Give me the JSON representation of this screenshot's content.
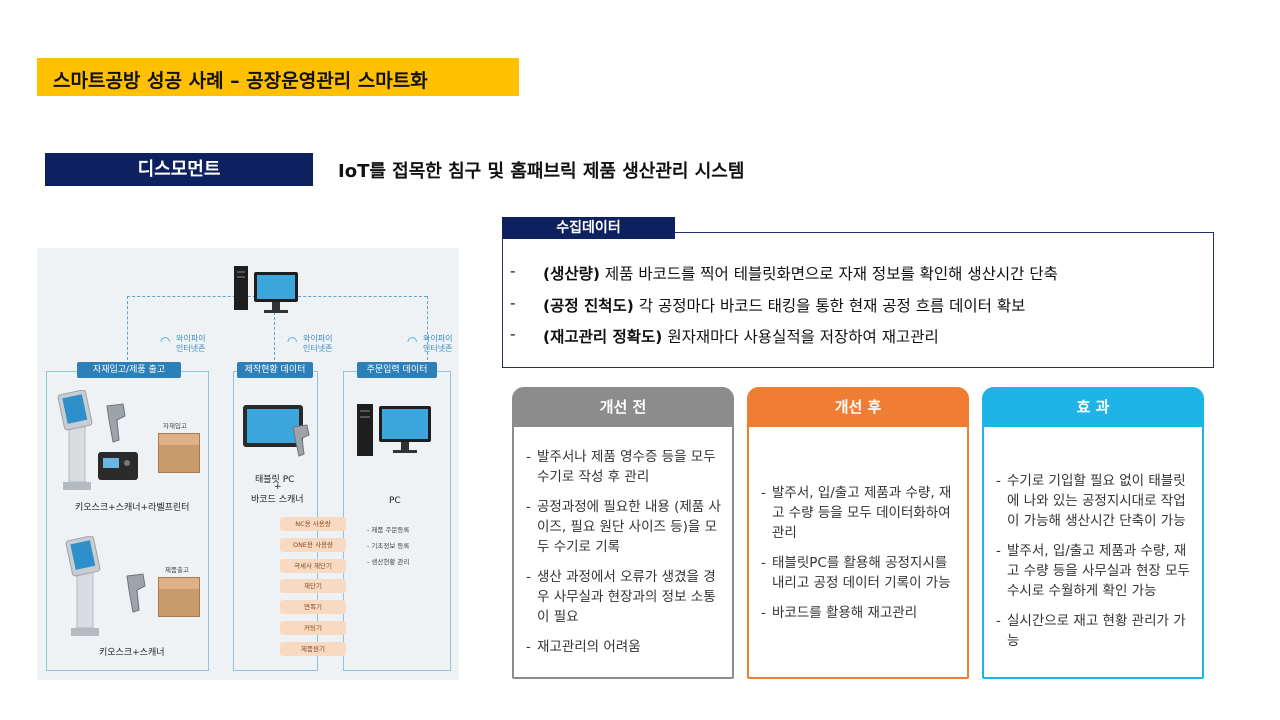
{
  "header": {
    "title": "스마트공방 성공 사례 – 공장운영관리 스마트화",
    "company": "디스모먼트",
    "subtitle": "IoT를 접목한 침구 및 홈패브릭 제품 생산관리 시스템"
  },
  "diagram": {
    "wifi_label_1": "와이파이",
    "wifi_label_2": "인터넷존",
    "panels": [
      {
        "label": "자재입고/제품 출고"
      },
      {
        "label": "제작현황 데이터"
      },
      {
        "label": "주문입력 데이터"
      }
    ],
    "kiosk_top_note": "자재입고",
    "kiosk_top_caption": "키오스크+스캐너+라벨프린터",
    "kiosk_bottom_note": "제품출고",
    "kiosk_bottom_caption": "키오스크+스캐너",
    "tablet_caption_1": "태블릿 PC",
    "tablet_caption_plus": "+",
    "tablet_caption_2": "바코드 스캐너",
    "machines": [
      "NC용 사용량",
      "ONE용 사용량",
      "극세사 재단기",
      "재단기",
      "면폭기",
      "커팅기",
      "제품원기"
    ],
    "pc_caption": "PC",
    "pc_items": [
      "- 제품 주문등록",
      "- 기초정보 등록",
      "- 생산현황 관리"
    ]
  },
  "collected": {
    "tab": "수집데이터",
    "items": [
      {
        "dash": "-",
        "label": "(생산량)",
        "text": " 제품 바코드를 찍어 테블릿화면으로 자재 정보를 확인해 생산시간 단축"
      },
      {
        "dash": "-",
        "label": "(공정 진척도)",
        "text": " 각 공정마다 바코드 태킹을 통한 현재 공정 흐름 데이터 확보"
      },
      {
        "dash": "-",
        "label": "(재고관리 정확도)",
        "text": " 원자재마다 사용실적을 저장하여 재고관리"
      }
    ]
  },
  "cards": [
    {
      "title": "개선 전",
      "color": "#8C8C8C",
      "items": [
        "발주서나 제품 영수증 등을 모두 수기로 작성 후 관리",
        "공정과정에 필요한 내용 (제품 사이즈, 필요 원단 사이즈 등)을 모두 수기로 기록",
        "생산 과정에서 오류가 생겼을 경우 사무실과 현장과의 정보 소통이 필요",
        "재고관리의 어려움"
      ]
    },
    {
      "title": "개선 후",
      "color": "#F07E32",
      "items": [
        "발주서, 입/출고 제품과 수량, 재고 수량 등을 모두 데이터화하여 관리",
        "태블릿PC를 활용해 공정지시를 내리고 공정 데이터 기록이 가능",
        "바코드를 활용해 재고관리"
      ]
    },
    {
      "title": "효 과",
      "color": "#1FB4E6",
      "items": [
        "수기로 기입할 필요 없이 태블릿에 나와 있는 공정지시대로 작업이 가능해 생산시간 단축이 가능",
        "발주서, 입/출고 제품과 수량, 재고 수량 등을 사무실과 현장 모두 수시로 수월하게 확인 가능",
        "실시간으로 재고 현황 관리가 가능"
      ]
    }
  ]
}
